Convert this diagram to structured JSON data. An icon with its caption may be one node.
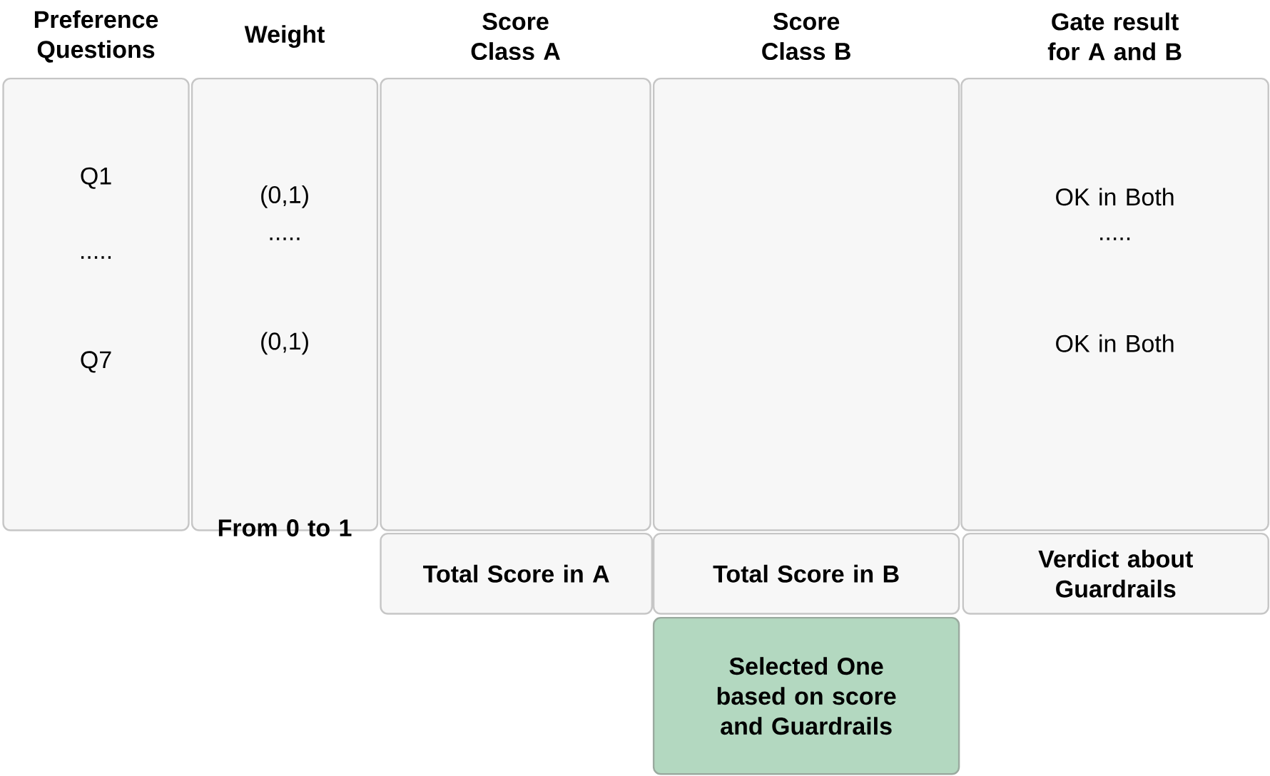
{
  "diagram": {
    "nodes": [
      {
        "text": [
          "Preference Questions",
          "Q1",
          ".....",
          "Q7"
        ]
      },
      {
        "text": [
          "Weight",
          "(0,1)",
          ".....",
          "(0,1)",
          "From 0 to 1"
        ]
      },
      {
        "text": [
          "Score Class A"
        ]
      },
      {
        "text": [
          "Score Class B"
        ]
      },
      {
        "text": [
          "Gate result for A and B",
          "OK in Both",
          ".....",
          "OK in Both"
        ]
      },
      {
        "text": [
          "Total Score in A"
        ]
      },
      {
        "text": [
          "Total Score in B"
        ]
      },
      {
        "text": [
          "Verdict about Guardrails"
        ]
      },
      {
        "text": [
          "Selected One based on score and Guardrails"
        ]
      }
    ]
  }
}
